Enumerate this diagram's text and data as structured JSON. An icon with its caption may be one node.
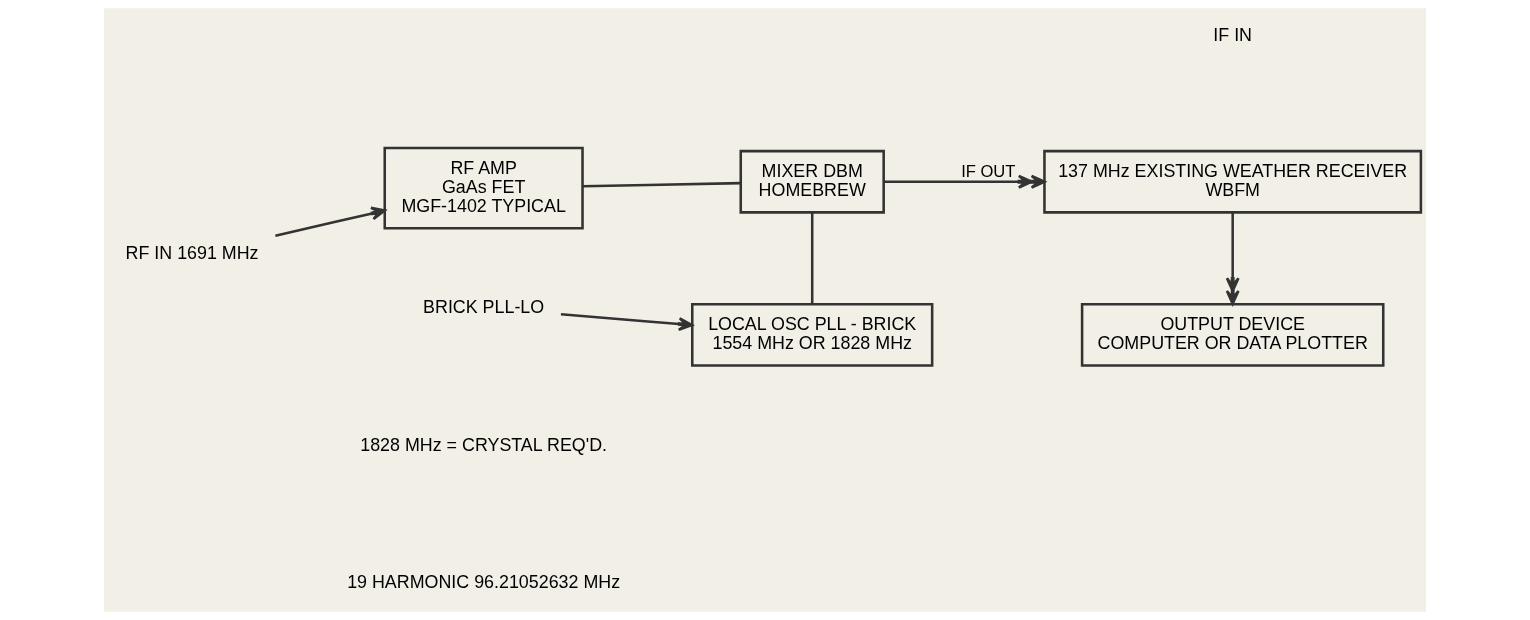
{
  "diagram": {
    "nodes": [
      {
        "text": [
          "RF IN 1691 MHz"
        ]
      },
      {
        "text": [
          "RF AMP",
          "GaAs FET",
          "MGF-1402 TYPICAL"
        ]
      },
      {
        "text": [
          "MIXER DBM",
          "HOMEBREW"
        ]
      },
      {
        "text": [
          "137 MHz EXISTING WEATHER RECEIVER",
          "WBFM"
        ]
      },
      {
        "text": [
          "BRICK PLL-LO"
        ]
      },
      {
        "text": [
          "LOCAL OSC PLL - BRICK",
          "1554 MHz OR 1828 MHz"
        ]
      },
      {
        "text": [
          "OUTPUT DEVICE",
          "COMPUTER OR DATA PLOTTER"
        ]
      }
    ],
    "edges": [
      {
        "from": 0,
        "to": 1,
        "arrow": "to"
      },
      {
        "from": 1,
        "to": 2,
        "arrow": "none"
      },
      {
        "from": 2,
        "to": 3,
        "arrow": "to",
        "label": "IF OUT"
      },
      {
        "from": 2,
        "to": 5,
        "arrow": "none"
      },
      {
        "from": 4,
        "to": 5,
        "arrow": "to"
      },
      {
        "from": 3,
        "to": 6,
        "arrow": "to"
      }
    ],
    "labels": [
      "IF IN",
      "1828 MHz = CRYSTAL REQ'D.",
      "19 HARMONIC 96.21052632 MHz"
    ]
  }
}
